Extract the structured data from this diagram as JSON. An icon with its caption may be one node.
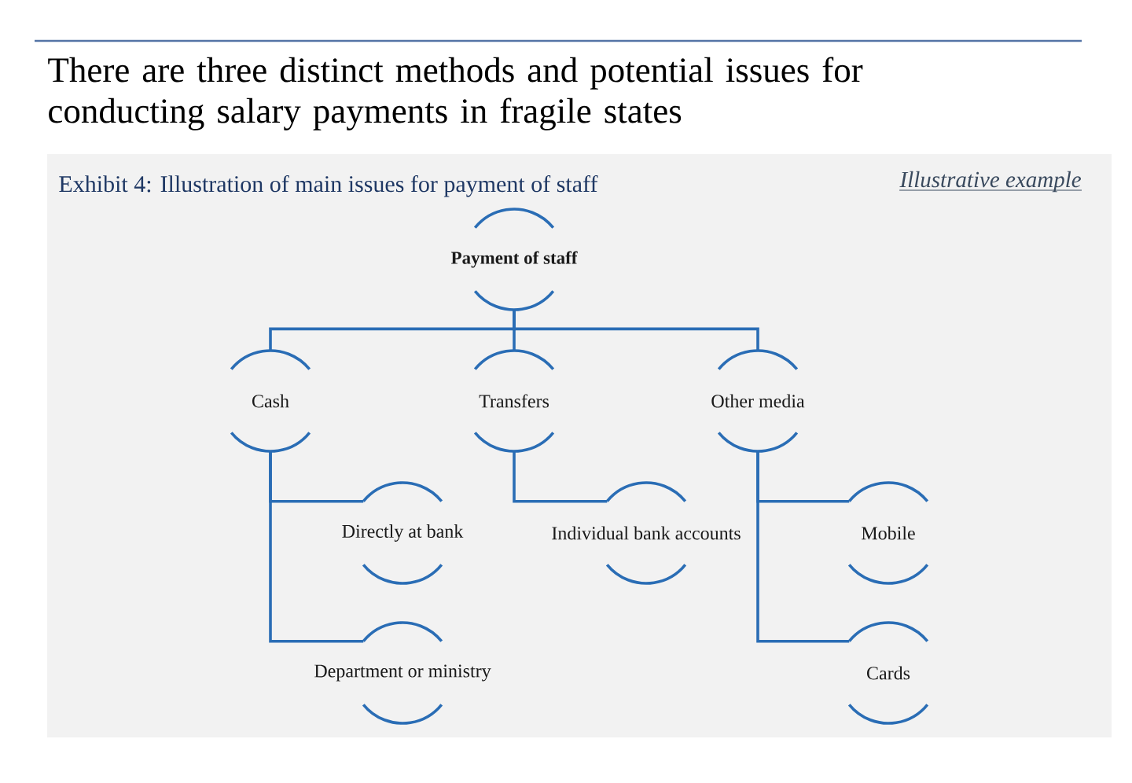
{
  "diagram": {
    "title": "There are three distinct methods and potential issues for conducting salary payments in fragile states",
    "nodes": [
      {
        "text": [
          "Payment of staff"
        ]
      },
      {
        "text": [
          "Cash"
        ]
      },
      {
        "text": [
          "Transfers"
        ]
      },
      {
        "text": [
          "Other media"
        ]
      },
      {
        "text": [
          "Directly at bank"
        ]
      },
      {
        "text": [
          "Individual bank accounts"
        ]
      },
      {
        "text": [
          "Mobile"
        ]
      },
      {
        "text": [
          "Department or ministry"
        ]
      },
      {
        "text": [
          "Cards"
        ]
      }
    ],
    "edges": [
      {
        "from": 0,
        "to": 1,
        "arrow": "none"
      },
      {
        "from": 0,
        "to": 2,
        "arrow": "none"
      },
      {
        "from": 0,
        "to": 3,
        "arrow": "none"
      },
      {
        "from": 1,
        "to": 4,
        "arrow": "none"
      },
      {
        "from": 1,
        "to": 7,
        "arrow": "none"
      },
      {
        "from": 2,
        "to": 5,
        "arrow": "none"
      },
      {
        "from": 3,
        "to": 6,
        "arrow": "none"
      },
      {
        "from": 3,
        "to": 8,
        "arrow": "none"
      }
    ],
    "labels": [
      "Exhibit 4: Illustration of main issues for payment of staff",
      "Illustrative example"
    ]
  }
}
